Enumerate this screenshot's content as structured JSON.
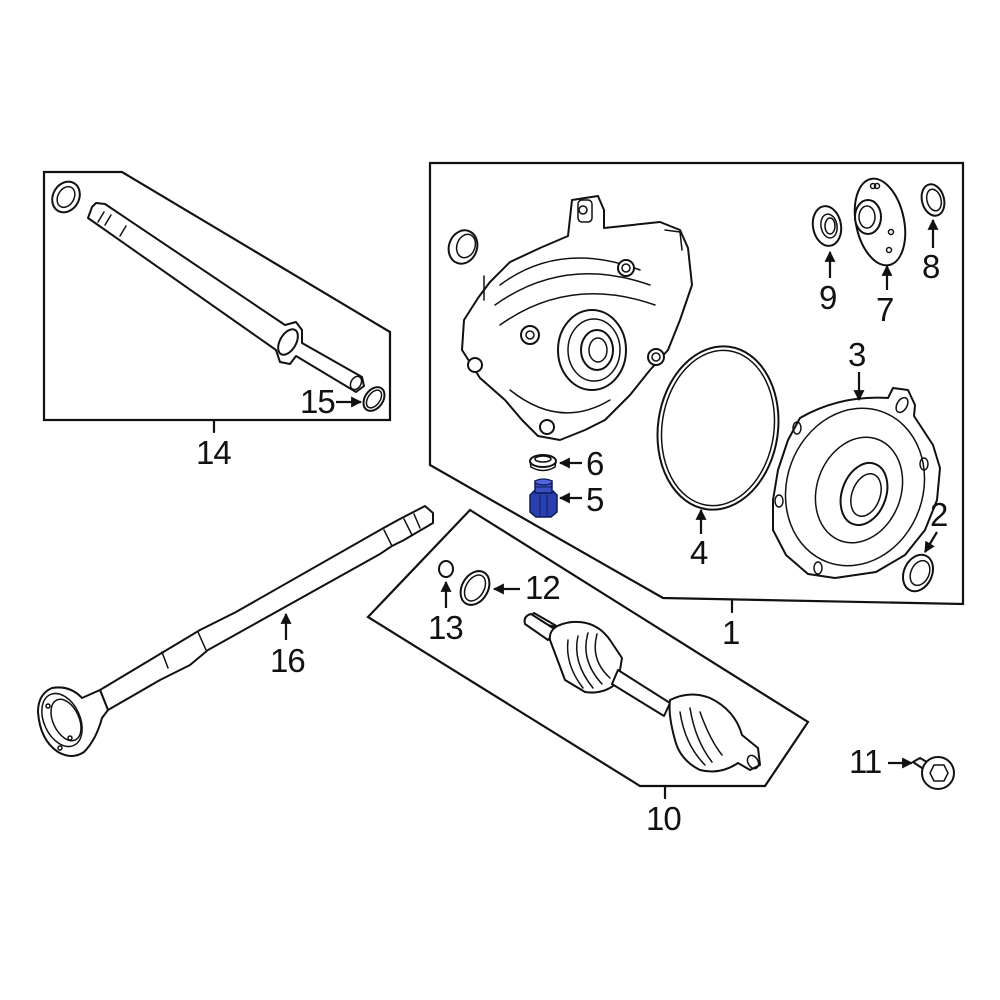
{
  "diagram": {
    "title": "Rear Axle / Differential Assembly",
    "highlight_color": "#2a3fb0",
    "line_color": "#111111",
    "background": "#ffffff",
    "highlighted_part": "5"
  },
  "groups": [
    {
      "id": "group-1",
      "callout": "1",
      "parts": [
        "2",
        "3",
        "4",
        "5",
        "6",
        "7",
        "8",
        "9"
      ]
    },
    {
      "id": "group-10",
      "callout": "10",
      "parts": [
        "12",
        "13"
      ]
    },
    {
      "id": "group-14",
      "callout": "14",
      "parts": [
        "15"
      ]
    }
  ],
  "callouts": {
    "c1": "1",
    "c2": "2",
    "c3": "3",
    "c4": "4",
    "c5": "5",
    "c6": "6",
    "c7": "7",
    "c8": "8",
    "c9": "9",
    "c10": "10",
    "c11": "11",
    "c12": "12",
    "c13": "13",
    "c14": "14",
    "c15": "15",
    "c16": "16"
  },
  "parts": [
    {
      "number": "1",
      "name": "differential-assembly"
    },
    {
      "number": "2",
      "name": "seal"
    },
    {
      "number": "3",
      "name": "differential-cover"
    },
    {
      "number": "4",
      "name": "o-ring-gasket"
    },
    {
      "number": "5",
      "name": "plug",
      "highlighted": true
    },
    {
      "number": "6",
      "name": "seal-washer"
    },
    {
      "number": "7",
      "name": "flange"
    },
    {
      "number": "8",
      "name": "seal"
    },
    {
      "number": "9",
      "name": "seal"
    },
    {
      "number": "10",
      "name": "axle-shaft-assembly"
    },
    {
      "number": "11",
      "name": "bolt"
    },
    {
      "number": "12",
      "name": "seal"
    },
    {
      "number": "13",
      "name": "snap-ring"
    },
    {
      "number": "14",
      "name": "intermediate-shaft"
    },
    {
      "number": "15",
      "name": "snap-ring"
    },
    {
      "number": "16",
      "name": "drive-shaft"
    }
  ]
}
